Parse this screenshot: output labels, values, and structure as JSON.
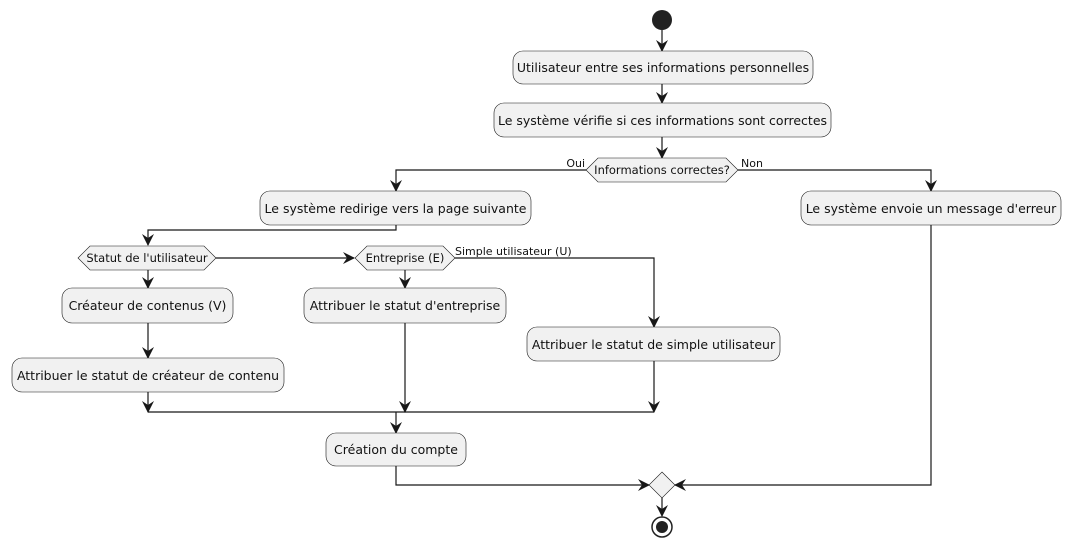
{
  "diagram": {
    "actions": {
      "a1": "Utilisateur entre ses informations personnelles",
      "a2": "Le système vérifie si ces informations sont correctes",
      "a3": "Le système redirige vers la page suivante",
      "a4": "Le système envoie un message d'erreur",
      "a5": "Créateur de contenus (V)",
      "a6": "Attribuer le statut de créateur de contenu",
      "a7": "Attribuer le statut d'entreprise",
      "a8": "Attribuer le statut de simple utilisateur",
      "a9": "Création du compte"
    },
    "decisions": {
      "d1": "Informations correctes?",
      "d2": "Statut de l'utilisateur",
      "d3": "Entreprise (E)"
    },
    "branch_labels": {
      "oui": "Oui",
      "non": "Non",
      "simple": "Simple utilisateur (U)"
    },
    "colors": {
      "node_fill": "#f1f1f1",
      "stroke": "#181818",
      "start": "#222222"
    }
  }
}
